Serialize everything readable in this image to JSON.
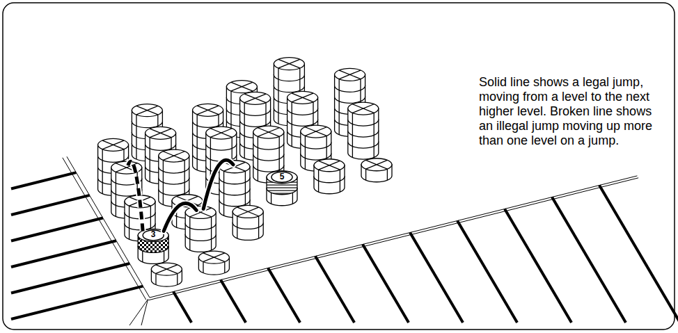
{
  "diagram": {
    "caption": "Solid line shows a legal jump, moving from a level to the next higher level. Broken line shows an illegal jump moving up more than one level on a jump.",
    "labels": [
      "3",
      "5"
    ]
  }
}
